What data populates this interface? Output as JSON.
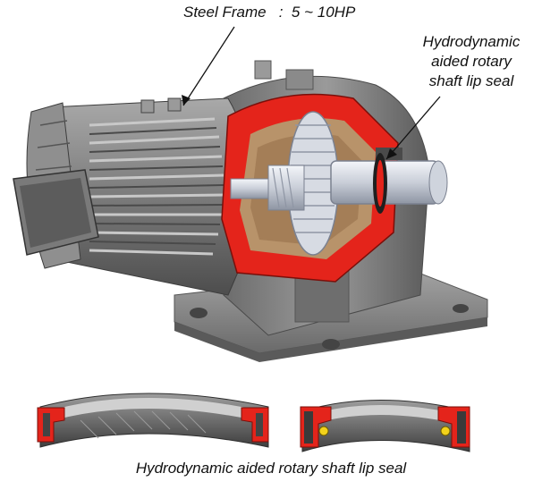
{
  "labels": {
    "frame": "Steel Frame   :  5 ~ 10HP",
    "seal_top_lines": [
      "Hydrodynamic",
      "aided rotary",
      "shaft lip seal"
    ],
    "caption": "Hydrodynamic aided rotary shaft lip seal"
  },
  "colors": {
    "section_red": "#e4241b",
    "housing_dark": "#5a5a5a",
    "housing_mid": "#8a8a8a",
    "housing_light": "#b5b5b5",
    "shaft_light": "#e2e6ee",
    "interior_tan": "#b8936a"
  }
}
